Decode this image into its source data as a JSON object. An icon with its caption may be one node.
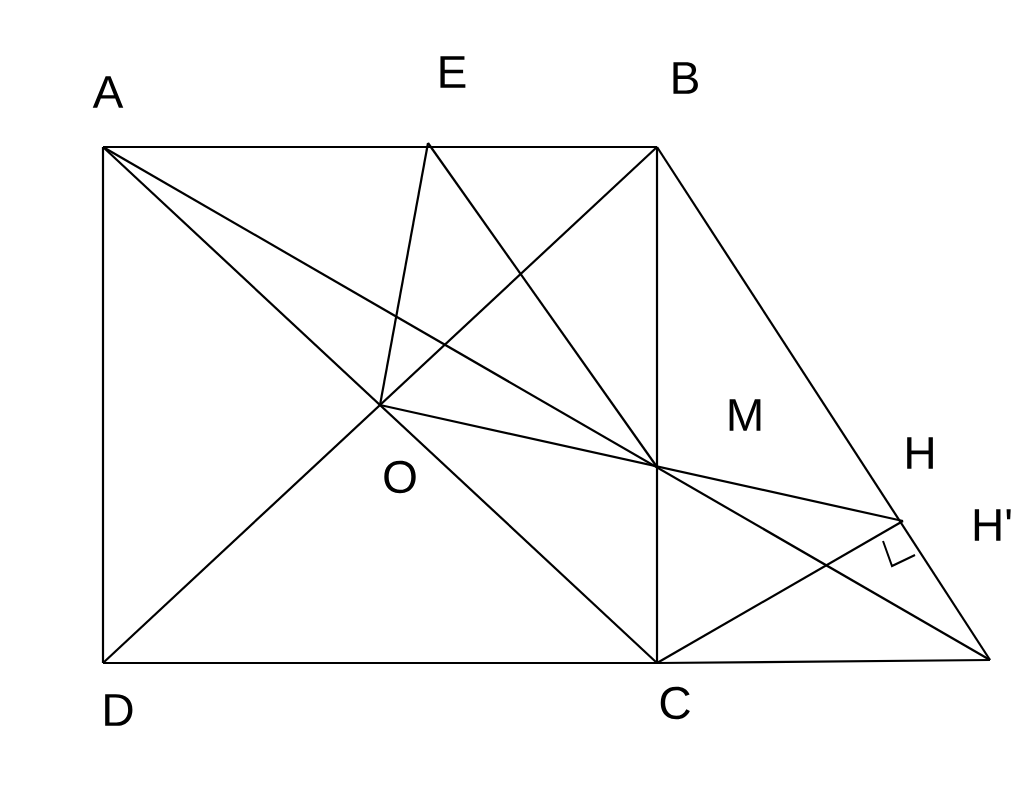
{
  "diagram": {
    "labels": [
      "A",
      "E",
      "B",
      "M",
      "H",
      "H'",
      "O",
      "D",
      "C"
    ]
  }
}
